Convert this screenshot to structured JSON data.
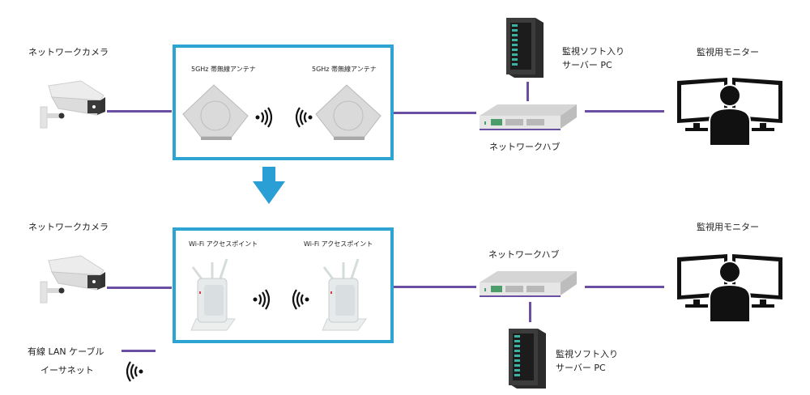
{
  "colors": {
    "wire": "#6a4fa3",
    "box_border": "#2ea4d3",
    "arrow": "#2a9fd6"
  },
  "top": {
    "camera_label": "ネットワークカメラ",
    "antenna_left_label": "5GHz 帯無線アンテナ",
    "antenna_right_label": "5GHz 帯無線アンテナ",
    "server_label_line1": "監視ソフト入り",
    "server_label_line2": "サーバー PC",
    "hub_label": "ネットワークハブ",
    "monitor_label": "監視用モニター"
  },
  "bottom": {
    "camera_label": "ネットワークカメラ",
    "ap_left_label": "Wi-Fi アクセスポイント",
    "ap_right_label": "Wi-Fi アクセスポイント",
    "hub_label": "ネットワークハブ",
    "server_label_line1": "監視ソフト入り",
    "server_label_line2": "サーバー PC",
    "monitor_label": "監視用モニター"
  },
  "legend": {
    "wired_label": "有線 LAN ケーブル",
    "wireless_label": "イーサネット"
  },
  "icons": {
    "camera": "security-camera-icon",
    "antenna": "antenna-icon",
    "access_point": "wifi-router-icon",
    "hub": "network-hub-icon",
    "server": "server-tower-icon",
    "monitor": "operator-monitor-icon",
    "signal": "wireless-signal-icon",
    "arrow": "arrow-down-icon"
  }
}
